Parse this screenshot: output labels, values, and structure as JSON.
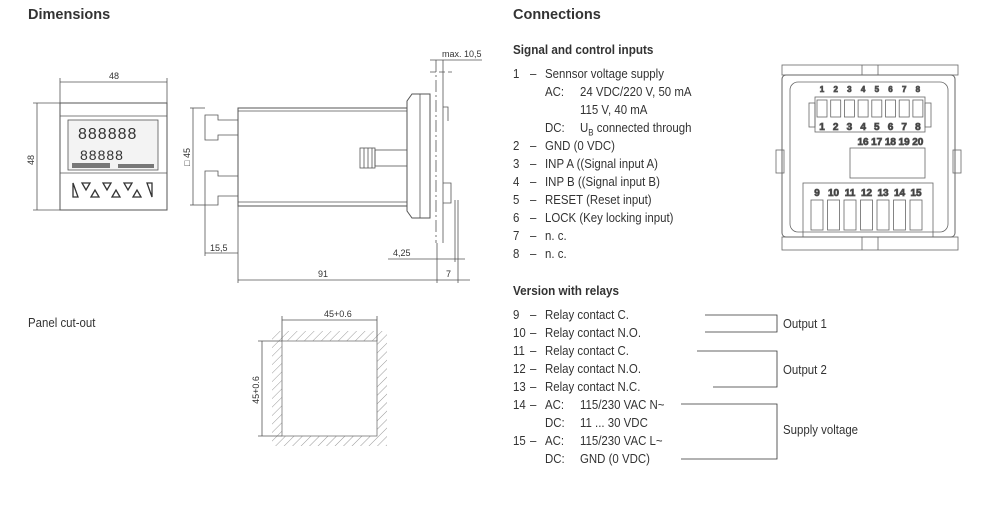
{
  "dimensions": {
    "title": "Dimensions",
    "front_width": "48",
    "front_height": "48",
    "side_height": "□ 45",
    "max_label": "max. 10,5",
    "terminal_depth": "15,5",
    "body_depth": "91",
    "bezel_depth": "7",
    "panel_thickness": "4,25"
  },
  "panel_cutout": {
    "title": "Panel cut-out",
    "width": "45+0.6",
    "height": "45+0.6"
  },
  "connections": {
    "title": "Connections",
    "signal_title": "Signal and control inputs",
    "signal_rows": [
      {
        "num": "1",
        "dash": "–",
        "text": "Sennsor voltage supply"
      },
      {
        "num": "",
        "dash": "",
        "key": "AC:",
        "text": "24 VDC/220 V, 50 mA"
      },
      {
        "num": "",
        "dash": "",
        "key": "",
        "text": "115 V, 40 mA"
      },
      {
        "num": "",
        "dash": "",
        "key": "DC:",
        "text": "U",
        "sub": "B",
        "text2": " connected through"
      },
      {
        "num": "2",
        "dash": "–",
        "text": "GND (0 VDC)"
      },
      {
        "num": "3",
        "dash": "–",
        "text": "INP A ((Signal input A)"
      },
      {
        "num": "4",
        "dash": "–",
        "text": "INP B ((Signal input B)"
      },
      {
        "num": "5",
        "dash": "–",
        "text": "RESET (Reset input)"
      },
      {
        "num": "6",
        "dash": "–",
        "text": "LOCK (Key locking input)"
      },
      {
        "num": "7",
        "dash": "–",
        "text": "n. c."
      },
      {
        "num": "8",
        "dash": "–",
        "text": "n. c."
      }
    ],
    "relay_title": "Version with relays",
    "relay_rows": [
      {
        "num": "9",
        "dash": "–",
        "text": "Relay contact C."
      },
      {
        "num": "10",
        "dash": "–",
        "text": "Relay contact N.O."
      },
      {
        "num": "11",
        "dash": "–",
        "text": "Relay contact C."
      },
      {
        "num": "12",
        "dash": "–",
        "text": "Relay contact N.O."
      },
      {
        "num": "13",
        "dash": "–",
        "text": "Relay contact N.C."
      },
      {
        "num": "14",
        "dash": "–",
        "key": "AC:",
        "text": "115/230 VAC N~"
      },
      {
        "num": "",
        "dash": "",
        "key": "DC:",
        "text": "11 ... 30 VDC"
      },
      {
        "num": "15",
        "dash": "–",
        "key": "AC:",
        "text": "115/230 VAC L~"
      },
      {
        "num": "",
        "dash": "",
        "key": "DC:",
        "text": "GND (0 VDC)"
      }
    ],
    "groups": {
      "output1": "Output 1",
      "output2": "Output 2",
      "supply": "Supply voltage"
    }
  },
  "back_view": {
    "top_pins": [
      "1",
      "2",
      "3",
      "4",
      "5",
      "6",
      "7",
      "8"
    ],
    "mid_pins": [
      "16",
      "17",
      "18",
      "19",
      "20"
    ],
    "bottom_pins": [
      "9",
      "10",
      "11",
      "12",
      "13",
      "14",
      "15"
    ]
  }
}
